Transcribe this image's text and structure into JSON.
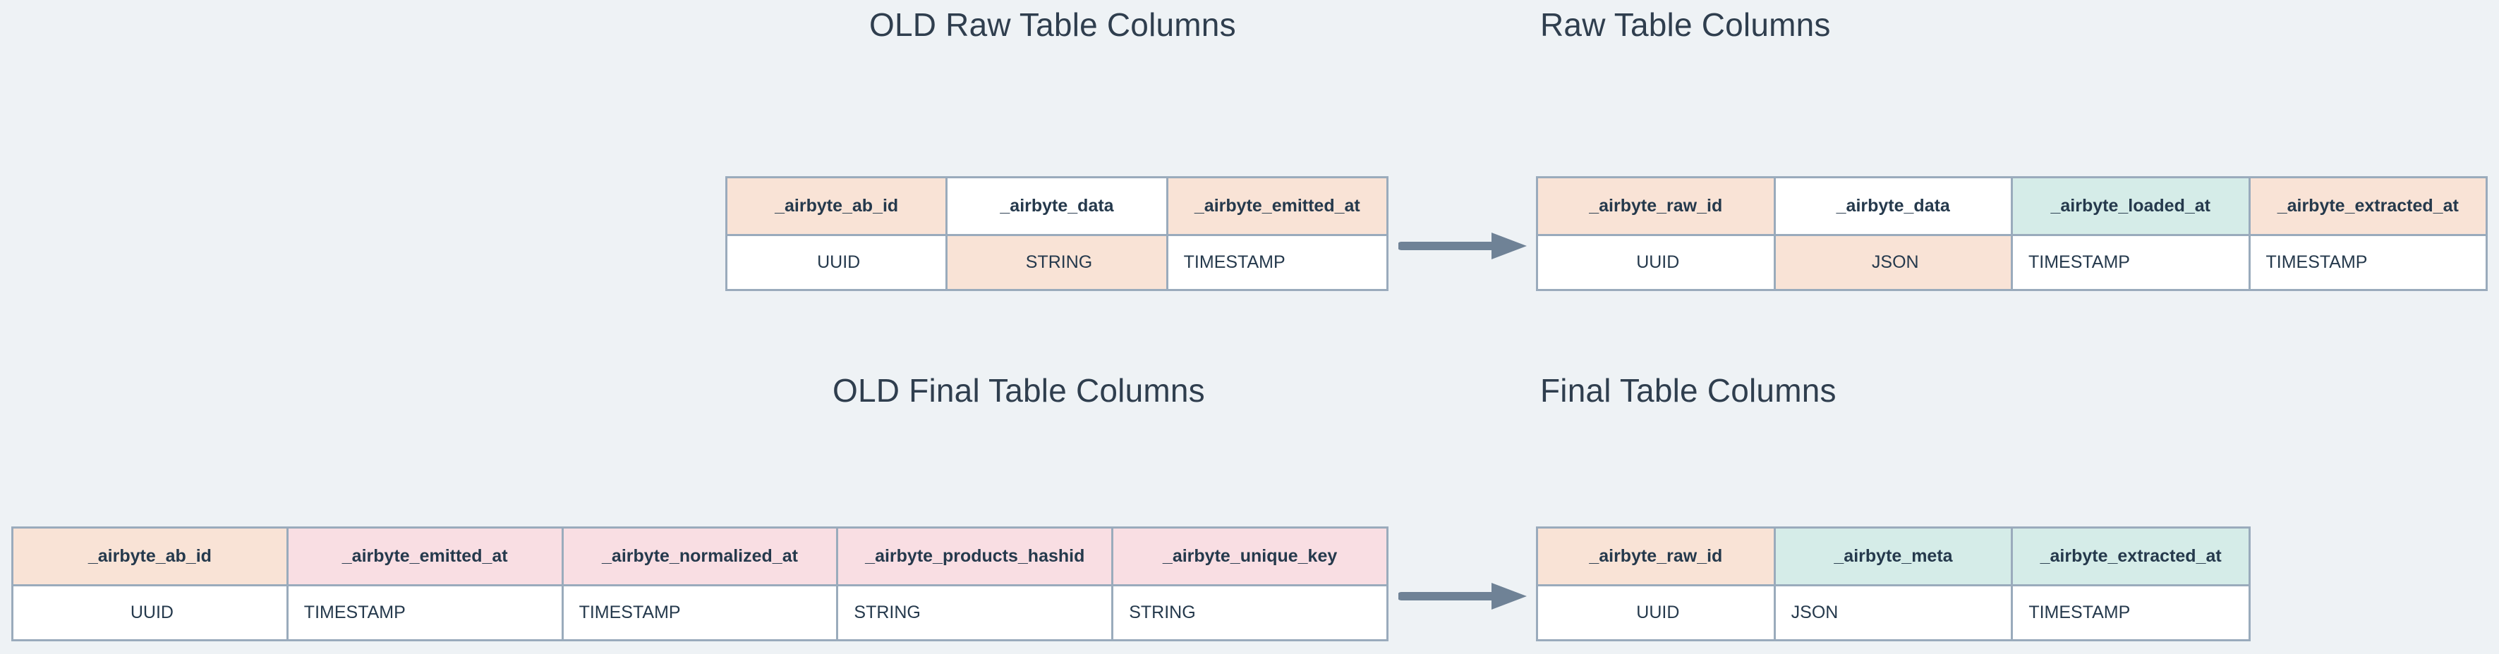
{
  "page": {
    "background_color": "#eef2f5",
    "text_color": "#2f3e4e",
    "border_color": "#9aabbc",
    "fill_peach": "#f9e3d6",
    "fill_pink": "#f9dee3",
    "fill_mint": "#d5ece8",
    "arrow_color": "#6f8296"
  },
  "sections": {
    "old_raw": {
      "title": "OLD Raw Table Columns",
      "columns": [
        {
          "name": "_airbyte_ab_id",
          "type": "UUID",
          "header_fill": "peach",
          "type_fill": "white"
        },
        {
          "name": "_airbyte_data",
          "type": "STRING",
          "header_fill": "white",
          "type_fill": "peach"
        },
        {
          "name": "_airbyte_emitted_at",
          "type": "TIMESTAMP",
          "header_fill": "peach",
          "type_fill": "white"
        }
      ]
    },
    "raw": {
      "title": "Raw Table Columns",
      "columns": [
        {
          "name": "_airbyte_raw_id",
          "type": "UUID",
          "header_fill": "peach",
          "type_fill": "white"
        },
        {
          "name": "_airbyte_data",
          "type": "JSON",
          "header_fill": "white",
          "type_fill": "peach"
        },
        {
          "name": "_airbyte_loaded_at",
          "type": "TIMESTAMP",
          "header_fill": "mint",
          "type_fill": "white"
        },
        {
          "name": "_airbyte_extracted_at",
          "type": "TIMESTAMP",
          "header_fill": "peach",
          "type_fill": "white"
        }
      ]
    },
    "old_final": {
      "title": "OLD Final Table Columns",
      "columns": [
        {
          "name": "_airbyte_ab_id",
          "type": "UUID",
          "header_fill": "peach",
          "type_fill": "white"
        },
        {
          "name": "_airbyte_emitted_at",
          "type": "TIMESTAMP",
          "header_fill": "pink",
          "type_fill": "white"
        },
        {
          "name": "_airbyte_normalized_at",
          "type": "TIMESTAMP",
          "header_fill": "pink",
          "type_fill": "white"
        },
        {
          "name": "_airbyte_products_hashid",
          "type": "STRING",
          "header_fill": "pink",
          "type_fill": "white"
        },
        {
          "name": "_airbyte_unique_key",
          "type": "STRING",
          "header_fill": "pink",
          "type_fill": "white"
        }
      ]
    },
    "final": {
      "title": "Final Table Columns",
      "columns": [
        {
          "name": "_airbyte_raw_id",
          "type": "UUID",
          "header_fill": "peach",
          "type_fill": "white"
        },
        {
          "name": "_airbyte_meta",
          "type": "JSON",
          "header_fill": "mint",
          "type_fill": "white"
        },
        {
          "name": "_airbyte_extracted_at",
          "type": "TIMESTAMP",
          "header_fill": "mint",
          "type_fill": "white"
        }
      ]
    }
  },
  "arrows": {
    "top": {
      "label": "transforms-to"
    },
    "bottom": {
      "label": "transforms-to"
    }
  }
}
